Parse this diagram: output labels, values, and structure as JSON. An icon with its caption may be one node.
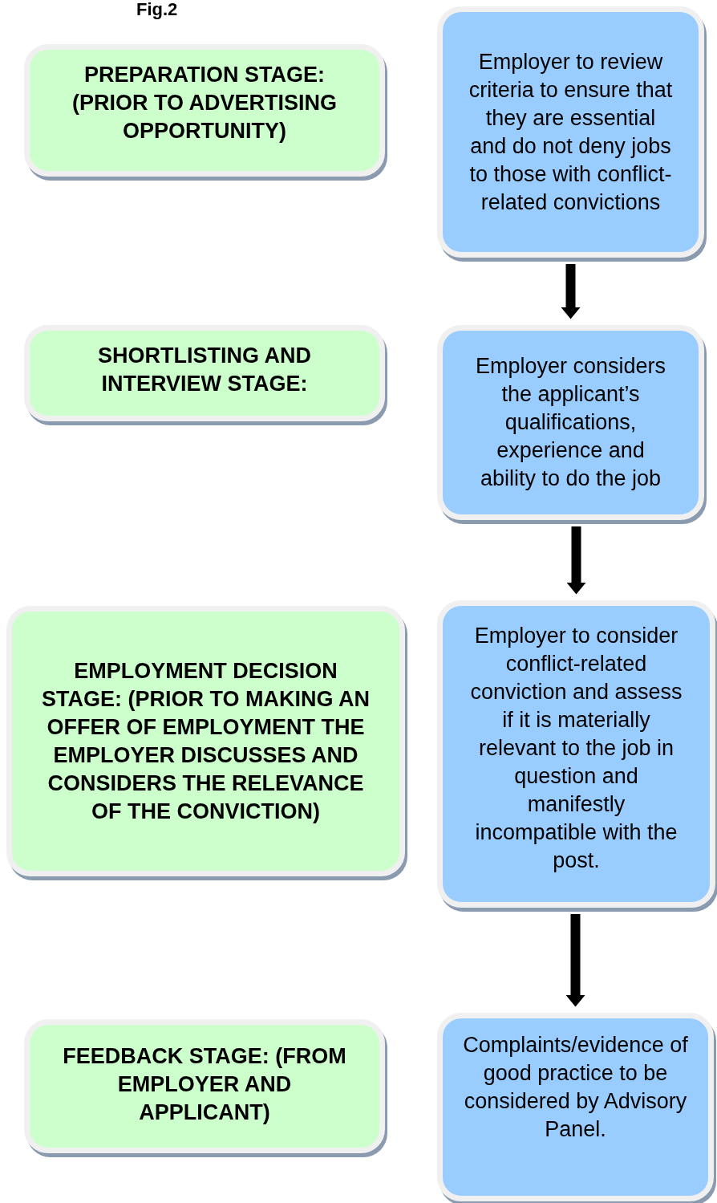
{
  "diagram": {
    "title": "Fig.2",
    "nodes": [
      {
        "text": [
          "PREPARATION STAGE: (PRIOR TO ADVERTISING OPPORTUNITY)"
        ]
      },
      {
        "text": [
          "Employer to review criteria to ensure that they are essential and do not deny jobs to those with conflict-related convictions"
        ]
      },
      {
        "text": [
          "SHORTLISTING AND INTERVIEW STAGE:"
        ]
      },
      {
        "text": [
          "Employer considers the applicant’s qualifications, experience and ability to do the job"
        ]
      },
      {
        "text": [
          "EMPLOYMENT DECISION STAGE: (PRIOR TO MAKING AN OFFER OF EMPLOYMENT THE EMPLOYER DISCUSSES AND CONSIDERS THE RELEVANCE OF THE CONVICTION)"
        ]
      },
      {
        "text": [
          "Employer to consider conflict-related conviction and assess if it is materially relevant to the job in question and manifestly incompatible with the post."
        ]
      },
      {
        "text": [
          "FEEDBACK STAGE: (FROM EMPLOYER AND APPLICANT)"
        ]
      },
      {
        "text": [
          "Complaints/evidence of good practice to be considered by Advisory Panel."
        ]
      }
    ],
    "edges": [
      {
        "from": 1,
        "to": 3,
        "arrow": "to"
      },
      {
        "from": 3,
        "to": 5,
        "arrow": "to"
      },
      {
        "from": 5,
        "to": 7,
        "arrow": "to"
      }
    ]
  }
}
